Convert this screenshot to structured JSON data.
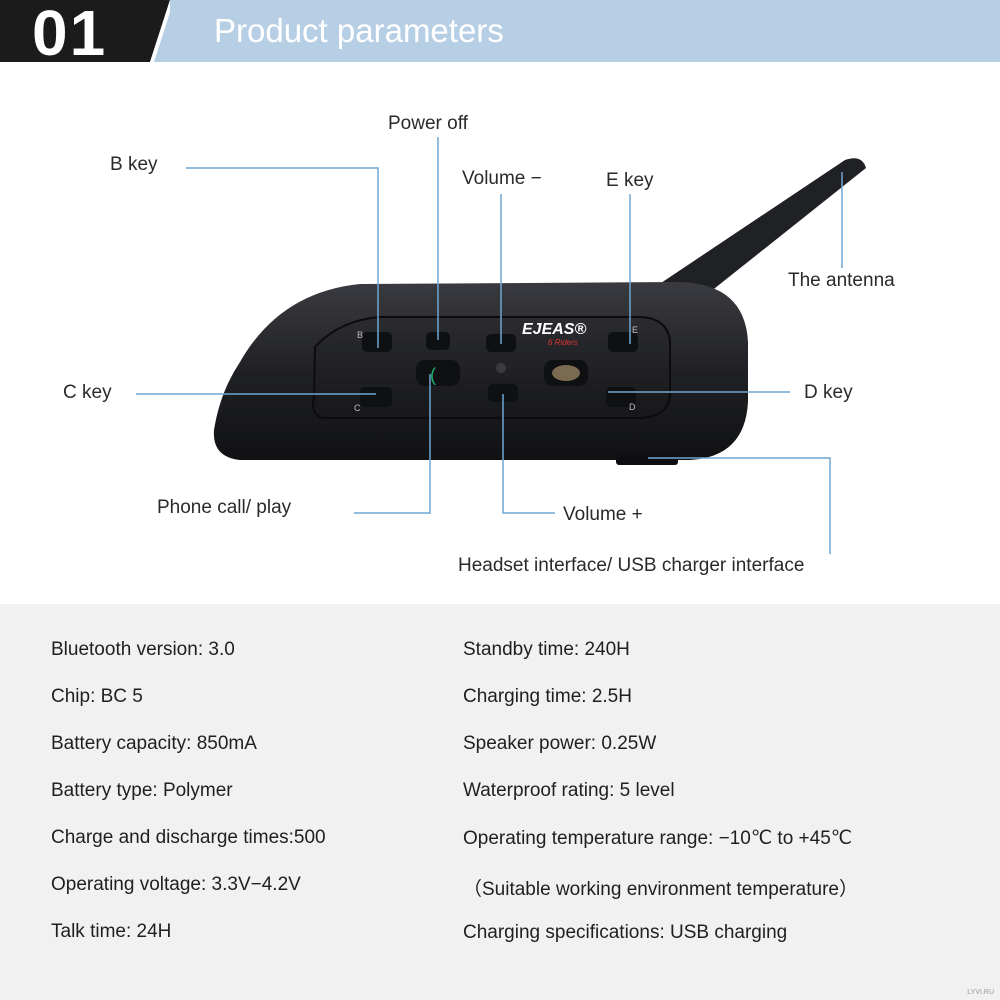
{
  "header": {
    "number": "01",
    "title": "Product parameters"
  },
  "device": {
    "brand": "EJEAS®",
    "model": "6 Riders",
    "key_letters": [
      "B",
      "E",
      "C",
      "D"
    ]
  },
  "callouts": {
    "power_off": "Power off",
    "b_key": "B key",
    "volume_minus": "Volume −",
    "e_key": "E key",
    "antenna": "The antenna",
    "c_key": "C key",
    "d_key": "D key",
    "phone_call": "Phone call/ play",
    "volume_plus": "Volume +",
    "headset_interface": "Headset interface/ USB charger interface"
  },
  "specs": {
    "left": [
      "Bluetooth version: 3.0",
      "Chip: BC 5",
      "Battery capacity: 850mA",
      "Battery type: Polymer",
      "Charge and discharge times:500",
      "Operating voltage: 3.3V−4.2V",
      "Talk time: 24H"
    ],
    "right": [
      "Standby time: 240H",
      "Charging time: 2.5H",
      "Speaker power: 0.25W",
      "Waterproof rating: 5 level",
      "Operating temperature range: −10℃ to +45℃",
      "（Suitable working environment temperature）",
      "Charging specifications: USB charging"
    ]
  },
  "watermark": "LYVI.RU",
  "colors": {
    "header_dark": "#1b1b1b",
    "header_blue": "#b7cfe5",
    "leader_line": "#6fa6d4",
    "device_body": "#1e1f22",
    "call_key_green": "#1fb36b"
  }
}
